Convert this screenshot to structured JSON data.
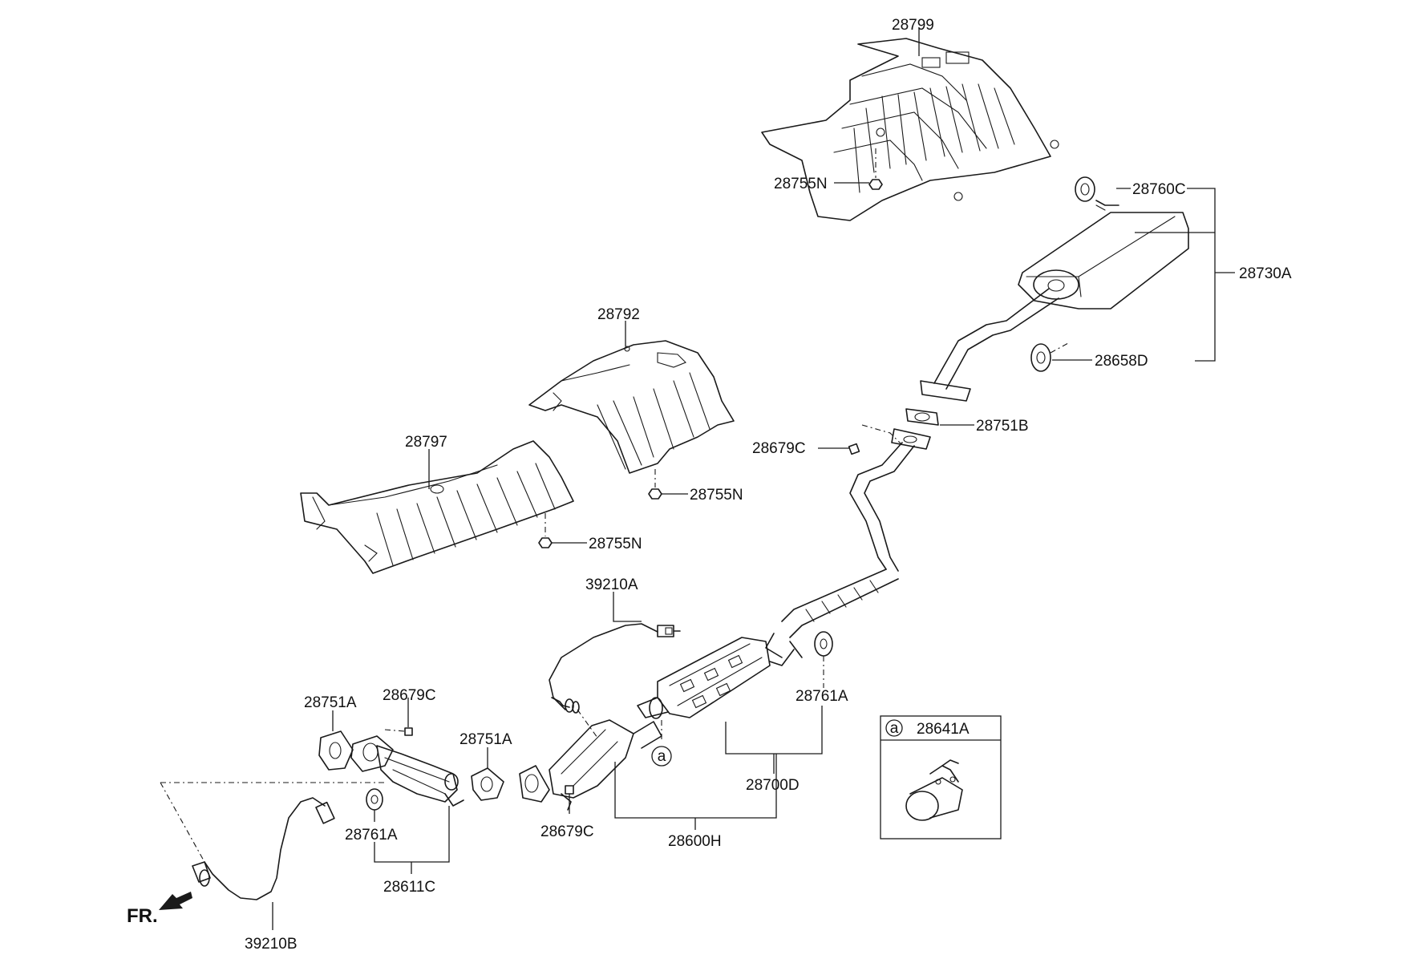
{
  "labels": {
    "p28799": "28799",
    "p28755N_top": "28755N",
    "p28760C": "28760C",
    "p28730A": "28730A",
    "p28658D": "28658D",
    "p28792": "28792",
    "p28751B": "28751B",
    "p28679C_mid": "28679C",
    "p28797": "28797",
    "p28755N_mid": "28755N",
    "p28755N_low": "28755N",
    "p39210A": "39210A",
    "p28761A_right": "28761A",
    "p28751A_left": "28751A",
    "p28679C_left": "28679C",
    "p28751A_mid": "28751A",
    "p28761A_left": "28761A",
    "p28611C": "28611C",
    "p28679C_low": "28679C",
    "p28700D": "28700D",
    "p28600H": "28600H",
    "p39210B": "39210B",
    "ref_a": "a",
    "inset_circle": "a",
    "inset_part": "28641A",
    "front": "FR."
  }
}
